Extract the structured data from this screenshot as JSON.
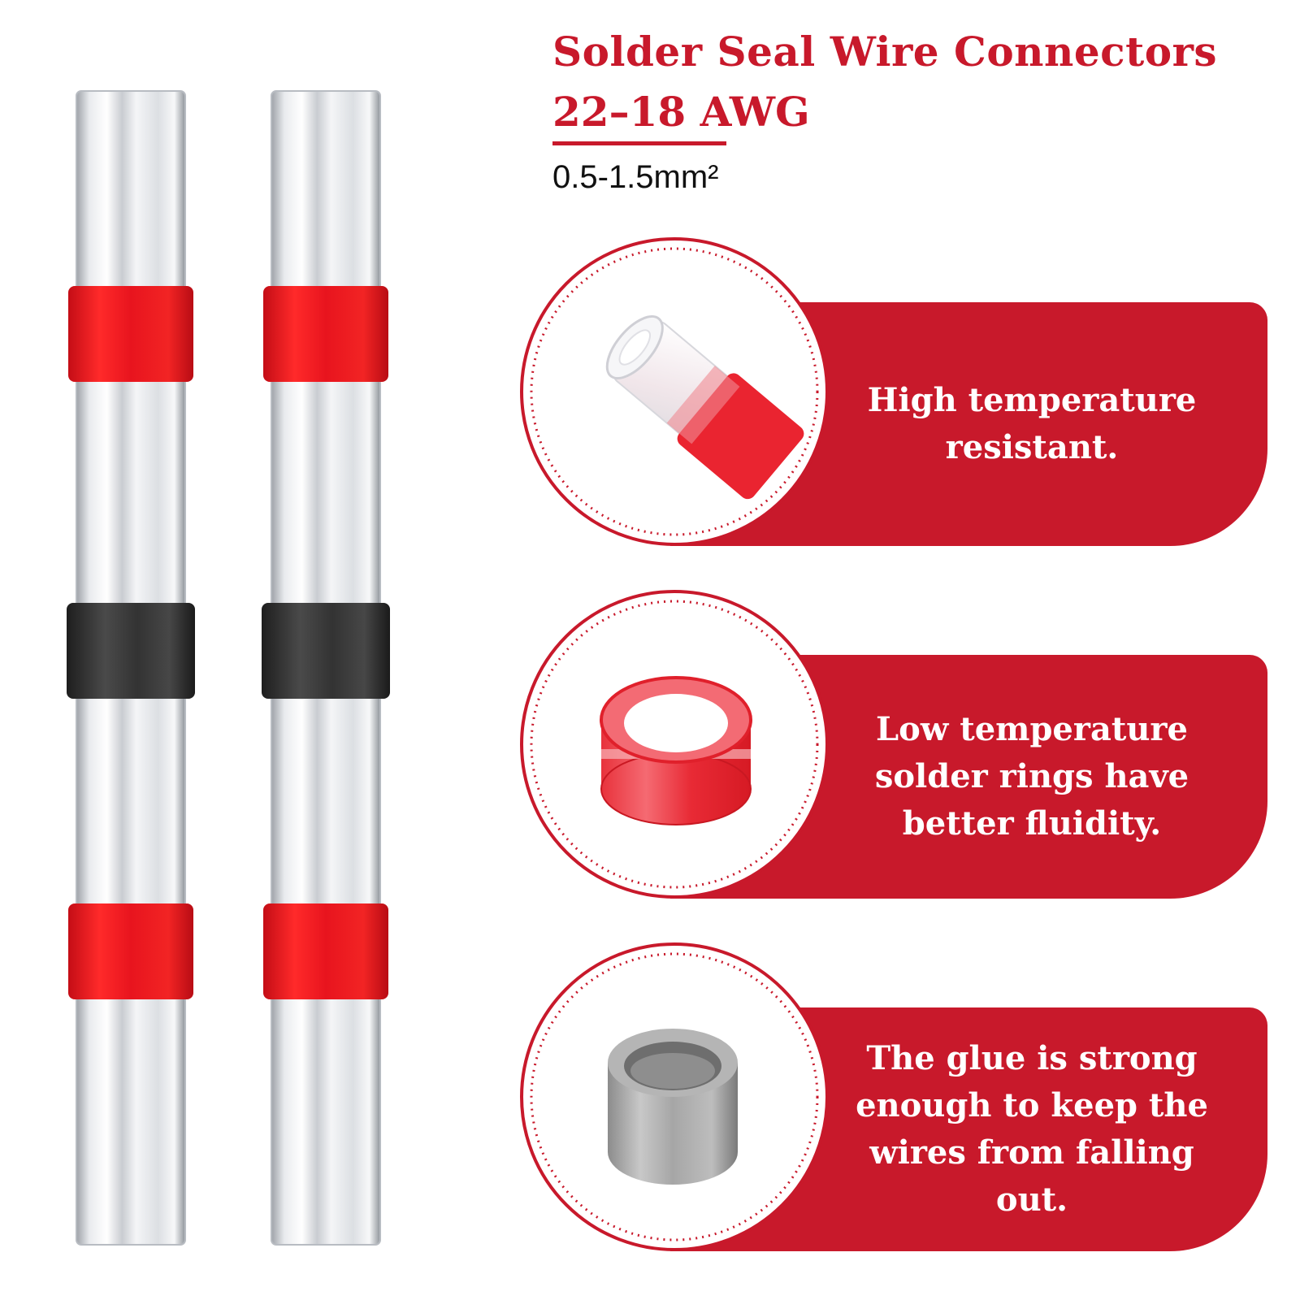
{
  "header": {
    "title": "Solder Seal Wire Connectors",
    "gauge": "22–18 AWG",
    "size": "0.5-1.5mm²"
  },
  "colors": {
    "brand_red": "#c8192b",
    "band_red": "#e8141e",
    "band_black": "#3a3a3a",
    "text_dark": "#111111"
  },
  "tubes": [
    {
      "bands": [
        "red",
        "black",
        "red"
      ]
    },
    {
      "bands": [
        "red",
        "black",
        "red"
      ]
    }
  ],
  "features": [
    {
      "text": "High temperature resistant.",
      "icon": "heat-shrink-tube-icon"
    },
    {
      "text": "Low temperature solder rings have better fluidity.",
      "icon": "solder-ring-icon"
    },
    {
      "text": "The glue is strong enough to keep the wires from falling out.",
      "icon": "metal-sleeve-icon"
    }
  ]
}
